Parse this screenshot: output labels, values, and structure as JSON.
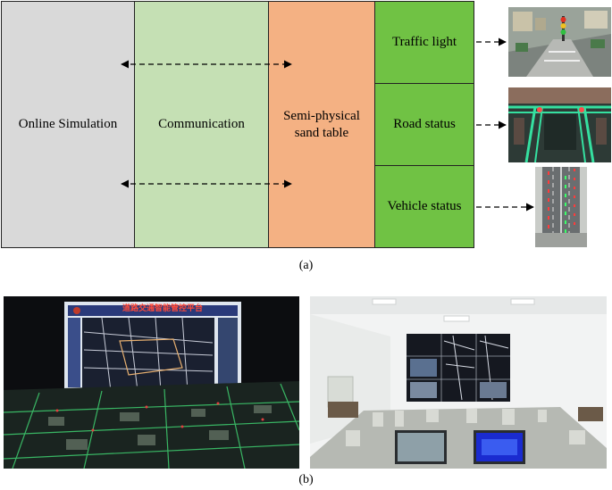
{
  "diagram": {
    "blocks": {
      "online_simulation": "Online Simulation",
      "communication": "Communication",
      "sand_table_line1": "Semi-physical",
      "sand_table_line2": "sand table",
      "traffic_light": "Traffic light",
      "road_status": "Road status",
      "vehicle_status": "Vehicle status"
    },
    "caption_a": "(a)"
  },
  "photos": {
    "screen_banner": "道路交通智能管控平台",
    "caption_b": "(b)"
  },
  "colors": {
    "gray_block": "#d9d9d9",
    "communication_block": "#c5e0b4",
    "sand_table_block": "#f4b183",
    "status_block": "#70c244"
  }
}
